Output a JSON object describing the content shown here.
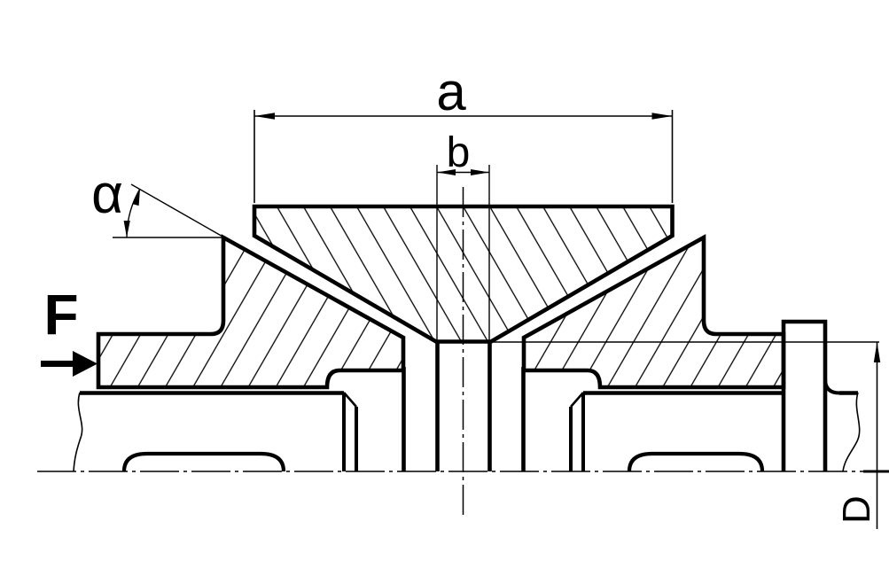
{
  "drawing": {
    "type": "technical-section-drawing",
    "description": "Half-section of a wedge (V) ring clamped between two cone discs on a shaft",
    "background_color": "#ffffff",
    "line_color": "#000000",
    "labels": {
      "dim_a": "a",
      "dim_b": "b",
      "angle_alpha": "α",
      "diameter_d": "D",
      "force_f": "F"
    },
    "features": {
      "hatched_parts": [
        "wedge-ring",
        "left-cone-disc",
        "right-cone-disc"
      ],
      "unhatched_parts": [
        "shaft-left",
        "shaft-right",
        "shoulder-collar"
      ],
      "centerlines": [
        "horizontal-axis",
        "vertical-wedge-centerline"
      ],
      "keyways": 2
    }
  }
}
